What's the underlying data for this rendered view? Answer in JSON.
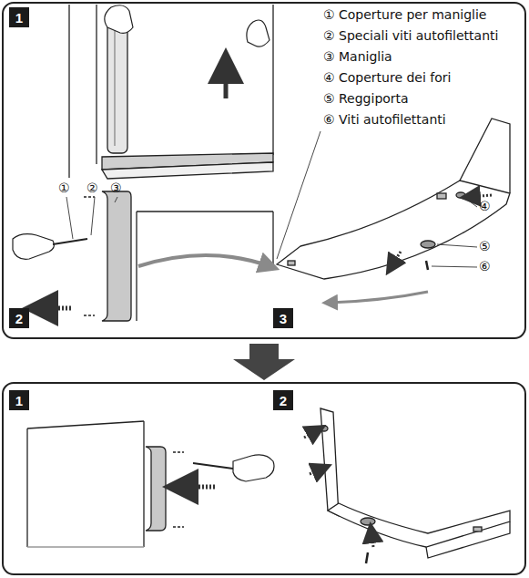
{
  "diagram": {
    "nodes": [
      {
        "text": [
          "1"
        ]
      },
      {
        "text": [
          "2"
        ]
      },
      {
        "text": [
          "3"
        ]
      },
      {
        "text": [
          "1"
        ]
      },
      {
        "text": [
          "2"
        ]
      }
    ],
    "labels": [
      "① Coperture per maniglie",
      "② Speciali viti autofilettanti",
      "③ Maniglia",
      "④ Coperture dei fori",
      "⑤ Reggiporta",
      "⑥ Viti autofilettanti",
      "①",
      "②",
      "③",
      "④",
      "⑤",
      "⑥"
    ]
  }
}
